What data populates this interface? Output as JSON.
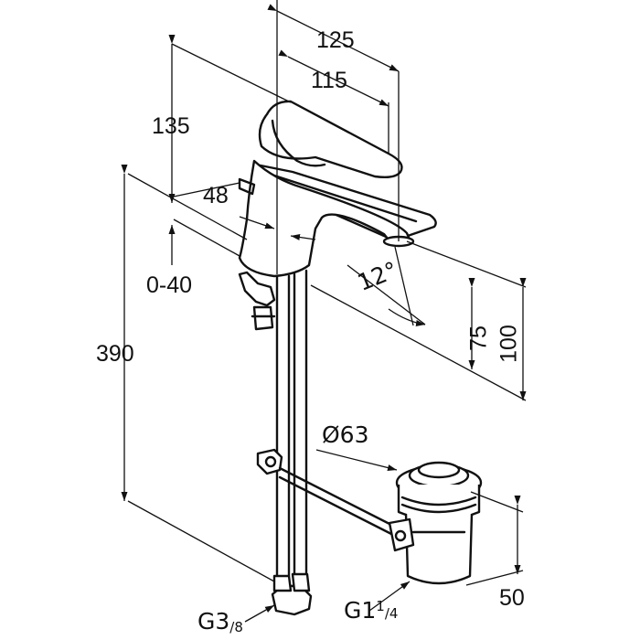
{
  "dimensions": {
    "d125": "125",
    "d115": "115",
    "d135": "135",
    "d48": "48",
    "d0_40": "0-40",
    "d12": "12°",
    "d390": "390",
    "d75": "75",
    "d100": "100",
    "d_o63": "Ø63",
    "d50": "50"
  },
  "threads": {
    "supply_prefix": "G",
    "supply_whole": "3",
    "supply_fraction": "/8",
    "waste_prefix": "G1",
    "waste_fraction_num": "1",
    "waste_fraction_den": "/4"
  },
  "colors": {
    "line": "#111111",
    "background": "#ffffff"
  }
}
